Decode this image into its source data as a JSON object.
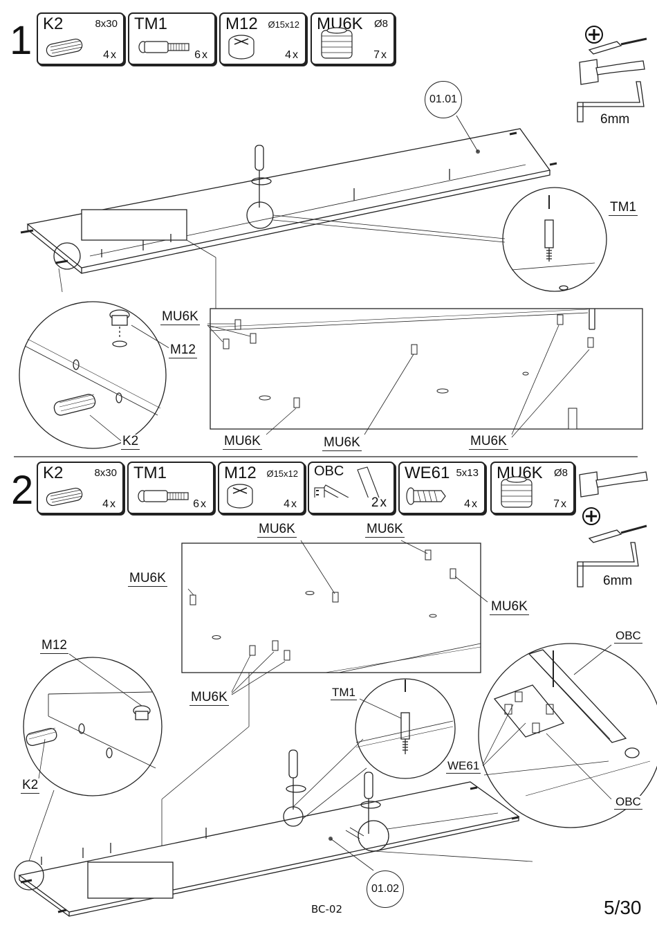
{
  "page_number": "5/30",
  "doc_code": "BC-02",
  "steps": [
    {
      "number": "1",
      "parts": [
        {
          "code": "K2",
          "size": "8x30",
          "qty": "4x",
          "icon": "dowel-icon"
        },
        {
          "code": "TM1",
          "size": "",
          "qty": "6x",
          "icon": "cam-bolt-icon"
        },
        {
          "code": "M12",
          "size": "Ø15x12",
          "qty": "4x",
          "icon": "cam-lock-icon"
        },
        {
          "code": "MU6K",
          "size": "Ø8",
          "qty": "7x",
          "icon": "insert-nut-icon"
        }
      ],
      "tools": {
        "allen_size": "6mm"
      },
      "ref": "01.01",
      "callouts": {
        "tm1": "TM1",
        "m12": "M12",
        "k2": "K2",
        "mu6k_top": "MU6K",
        "mu6k_a": "MU6K",
        "mu6k_b": "MU6K",
        "mu6k_c": "MU6K"
      }
    },
    {
      "number": "2",
      "parts": [
        {
          "code": "K2",
          "size": "8x30",
          "qty": "4x",
          "icon": "dowel-icon"
        },
        {
          "code": "TM1",
          "size": "",
          "qty": "6x",
          "icon": "cam-bolt-icon"
        },
        {
          "code": "M12",
          "size": "Ø15x12",
          "qty": "4x",
          "icon": "cam-lock-icon"
        },
        {
          "code": "OBC",
          "size": "",
          "qty": "2x",
          "icon": "push-latch-icon"
        },
        {
          "code": "WE61",
          "size": "5x13",
          "qty": "4x",
          "icon": "screw-icon"
        },
        {
          "code": "MU6K",
          "size": "Ø8",
          "qty": "7x",
          "icon": "insert-nut-icon"
        }
      ],
      "tools": {
        "allen_size": "6mm"
      },
      "ref": "01.02",
      "callouts": {
        "mu6k_1": "MU6K",
        "mu6k_2": "MU6K",
        "mu6k_3": "MU6K",
        "mu6k_4": "MU6K",
        "mu6k_5": "MU6K",
        "m12": "M12",
        "k2": "K2",
        "tm1": "TM1",
        "obc_top": "OBC",
        "we61": "WE61",
        "obc_bottom": "OBC"
      }
    }
  ]
}
